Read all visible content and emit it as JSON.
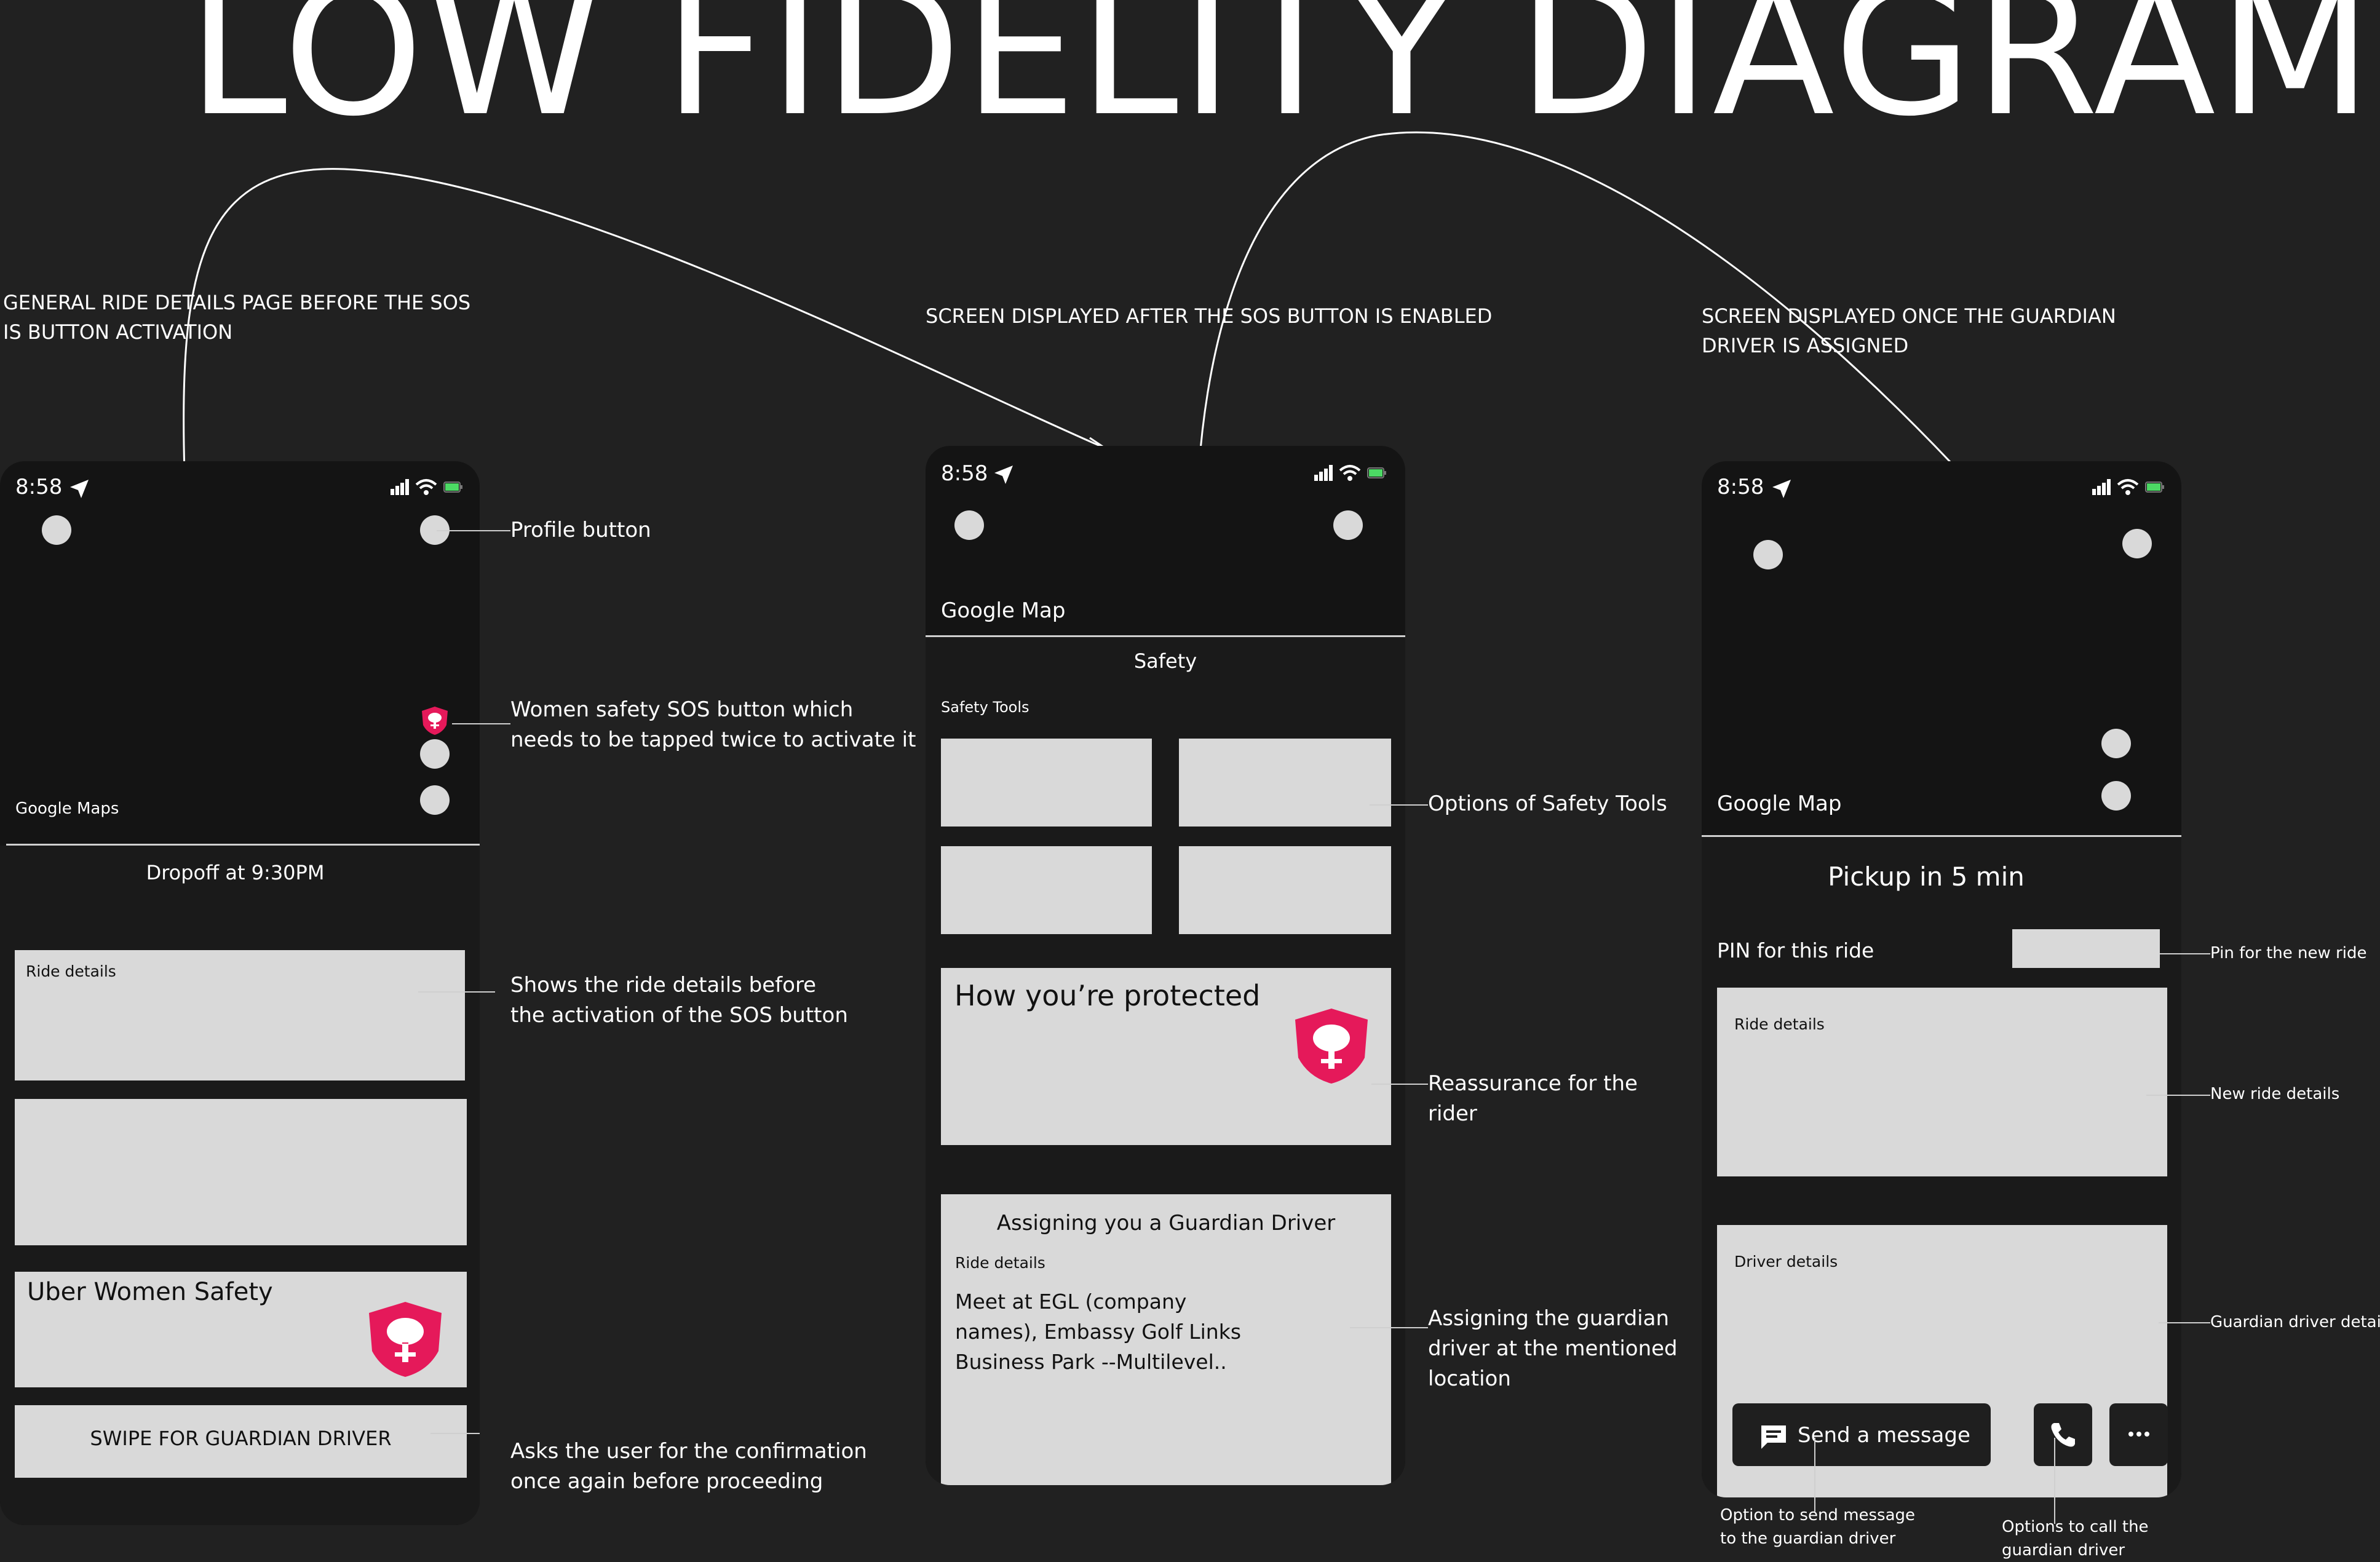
{
  "title": "LOW FIDELITY DIAGRAM",
  "captions": {
    "screen1": "GENERAL RIDE DETAILS PAGE BEFORE THE SOS IS BUTTON ACTIVATION",
    "screen2": "SCREEN DISPLAYED AFTER THE SOS BUTTON IS ENABLED",
    "screen3": "SCREEN DISPLAYED ONCE THE GUARDIAN DRIVER IS ASSIGNED"
  },
  "phone1": {
    "time": "8:58",
    "map_label": "Google Maps",
    "dropoff": "Dropoff at 9:30PM",
    "ride_details": "Ride details",
    "safety_title": "Uber Women Safety",
    "swipe": "SWIPE FOR GUARDIAN DRIVER"
  },
  "phone2": {
    "time": "8:58",
    "map_label": "Google Map",
    "safety": "Safety",
    "safety_tools": "Safety Tools",
    "protected": "How you’re protected",
    "assigning": "Assigning you a Guardian Driver",
    "ride_details": "Ride details",
    "meet": "Meet at EGL (company names), Embassy Golf Links Business Park --Multilevel.."
  },
  "phone3": {
    "time": "8:58",
    "map_label": "Google Map",
    "pickup": "Pickup in 5 min",
    "pin_label": "PIN for this ride",
    "ride_details": "Ride details",
    "driver_details": "Driver details",
    "send_message": "Send a message"
  },
  "annotations": {
    "profile": "Profile button",
    "sos": "Women safety SOS button which needs to be tapped twice to activate it",
    "ride_before": "Shows the ride details before the activation of the SOS button",
    "confirm": "Asks the user for the confirmation once again before proceeding",
    "options_tools": "Options of Safety Tools",
    "reassurance": "Reassurance for the rider",
    "assigning_guardian": "Assigning the guardian driver at the mentioned location",
    "pin_new": "Pin for the new ride",
    "new_ride": "New ride details",
    "guardian_details": "Guardian driver details",
    "send_msg_opt": "Option to send message to the guardian driver",
    "call_opt": "Options to call the guardian driver"
  },
  "colors": {
    "background": "#212121",
    "phone": "#141414",
    "card": "#d9d9d9",
    "accent": "#e5195a",
    "battery": "#4cd964"
  }
}
